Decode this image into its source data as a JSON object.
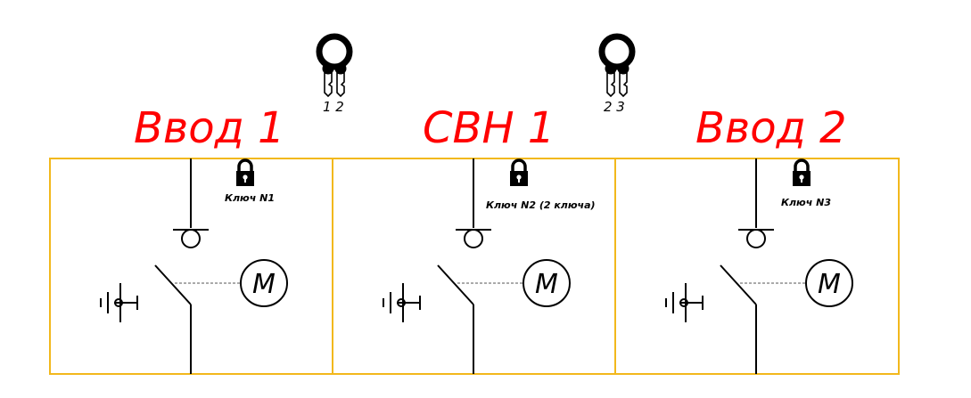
{
  "colors": {
    "title": "#ff0000",
    "frame": "#f2b81c",
    "line": "#000000"
  },
  "icons": [
    "key-icon",
    "padlock-icon",
    "motor-drive-symbol",
    "ground-switch-symbol"
  ],
  "keys": [
    {
      "numbers": "1 2"
    },
    {
      "numbers": "2 3"
    }
  ],
  "panels": [
    {
      "title": "Ввод 1",
      "lock_label": "Ключ N1",
      "motor_label": "M"
    },
    {
      "title": "СВН 1",
      "lock_label": "Ключ N2 (2 ключа)",
      "motor_label": "M"
    },
    {
      "title": "Ввод 2",
      "lock_label": "Ключ N3",
      "motor_label": "M"
    }
  ]
}
